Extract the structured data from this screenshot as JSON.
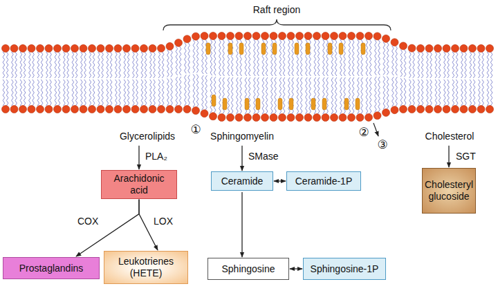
{
  "diagram": {
    "nodes": [
      {
        "text": [
          "Glycerolipids"
        ]
      },
      {
        "text": [
          "Sphingomyelin"
        ]
      },
      {
        "text": [
          "Cholesterol"
        ]
      },
      {
        "text": [
          "Arachidonic acid"
        ]
      },
      {
        "text": [
          "Ceramide"
        ]
      },
      {
        "text": [
          "Ceramide-1P"
        ]
      },
      {
        "text": [
          "Cholesteryl glucoside"
        ]
      },
      {
        "text": [
          "Prostaglandins"
        ]
      },
      {
        "text": [
          "Leukotrienes (HETE)"
        ]
      },
      {
        "text": [
          "Sphingosine"
        ]
      },
      {
        "text": [
          "Sphingosine-1P"
        ]
      }
    ],
    "edges": [
      {
        "from": 0,
        "to": 3,
        "label": "PLA₂",
        "arrow": "to"
      },
      {
        "from": 1,
        "to": 4,
        "label": "SMase",
        "arrow": "to"
      },
      {
        "from": 2,
        "to": 6,
        "label": "SGT",
        "arrow": "to"
      },
      {
        "from": 3,
        "to": 7,
        "label": "COX",
        "arrow": "to"
      },
      {
        "from": 3,
        "to": 8,
        "label": "LOX",
        "arrow": "to"
      },
      {
        "from": 4,
        "to": 5,
        "arrow": "both"
      },
      {
        "from": 4,
        "to": 9,
        "arrow": "to"
      },
      {
        "from": 9,
        "to": 10,
        "arrow": "both"
      }
    ],
    "labels": [
      "Raft region",
      "①",
      "②",
      "③"
    ]
  }
}
